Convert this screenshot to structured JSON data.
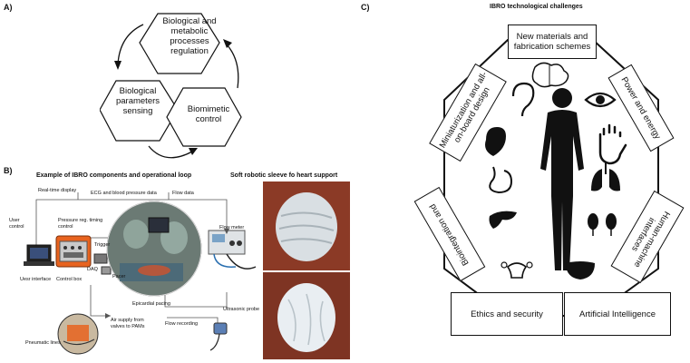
{
  "panels": {
    "a": {
      "label": "A)",
      "hexagons": [
        "Biological and metabolic processes regulation",
        "Biological parameters sensing",
        "Biomimetic control"
      ]
    },
    "b": {
      "label": "B)",
      "title_left": "Example of IBRO components and operational loop",
      "title_right": "Soft robotic sleeve fo heart support",
      "labels": {
        "realtime": "Real-time display",
        "ecg": "ECG and blood pressure data",
        "flowdata": "Flow data",
        "usercontrol": "User control",
        "pressreg": "Pressure reg. timing control",
        "trigger": "Trigger",
        "daq": "DAQ",
        "pacer": "Pacer",
        "flowmeter": "Flow meter",
        "uiface": "Uesr interface",
        "controlbox": "Control box",
        "epicardial": "Epicardial pacing",
        "airsupply": "Air supply from valves to PAMs",
        "flowrec": "Flow recording",
        "ultrasonic": "Ultrasonic probe",
        "pneumatic": "Pneumatic lines"
      }
    },
    "c": {
      "label": "C)",
      "title": "IBRO technological challenges",
      "challenges": {
        "top": "New materials and fabrication schemes",
        "upper_left": "Miniaturization and all-on-board design",
        "upper_right": "Power and energy",
        "lower_left": "Biointegration and",
        "lower_right": "Human-machine interfaces",
        "bottom_left": "Ethics and security",
        "bottom_right": "Artificial Intelligence"
      }
    }
  },
  "colors": {
    "orange_box": "#e8631f",
    "heart_tissue": "#b5573c",
    "sleeve": "#e9eef2"
  },
  "icons": [
    "brain-icon",
    "ear-icon",
    "eye-icon",
    "heart-icon",
    "hand-icon",
    "stomach-icon",
    "lungs-icon",
    "pancreas-icon",
    "kidneys-icon",
    "uterus-icon",
    "bladder-icon",
    "human-body-icon"
  ]
}
